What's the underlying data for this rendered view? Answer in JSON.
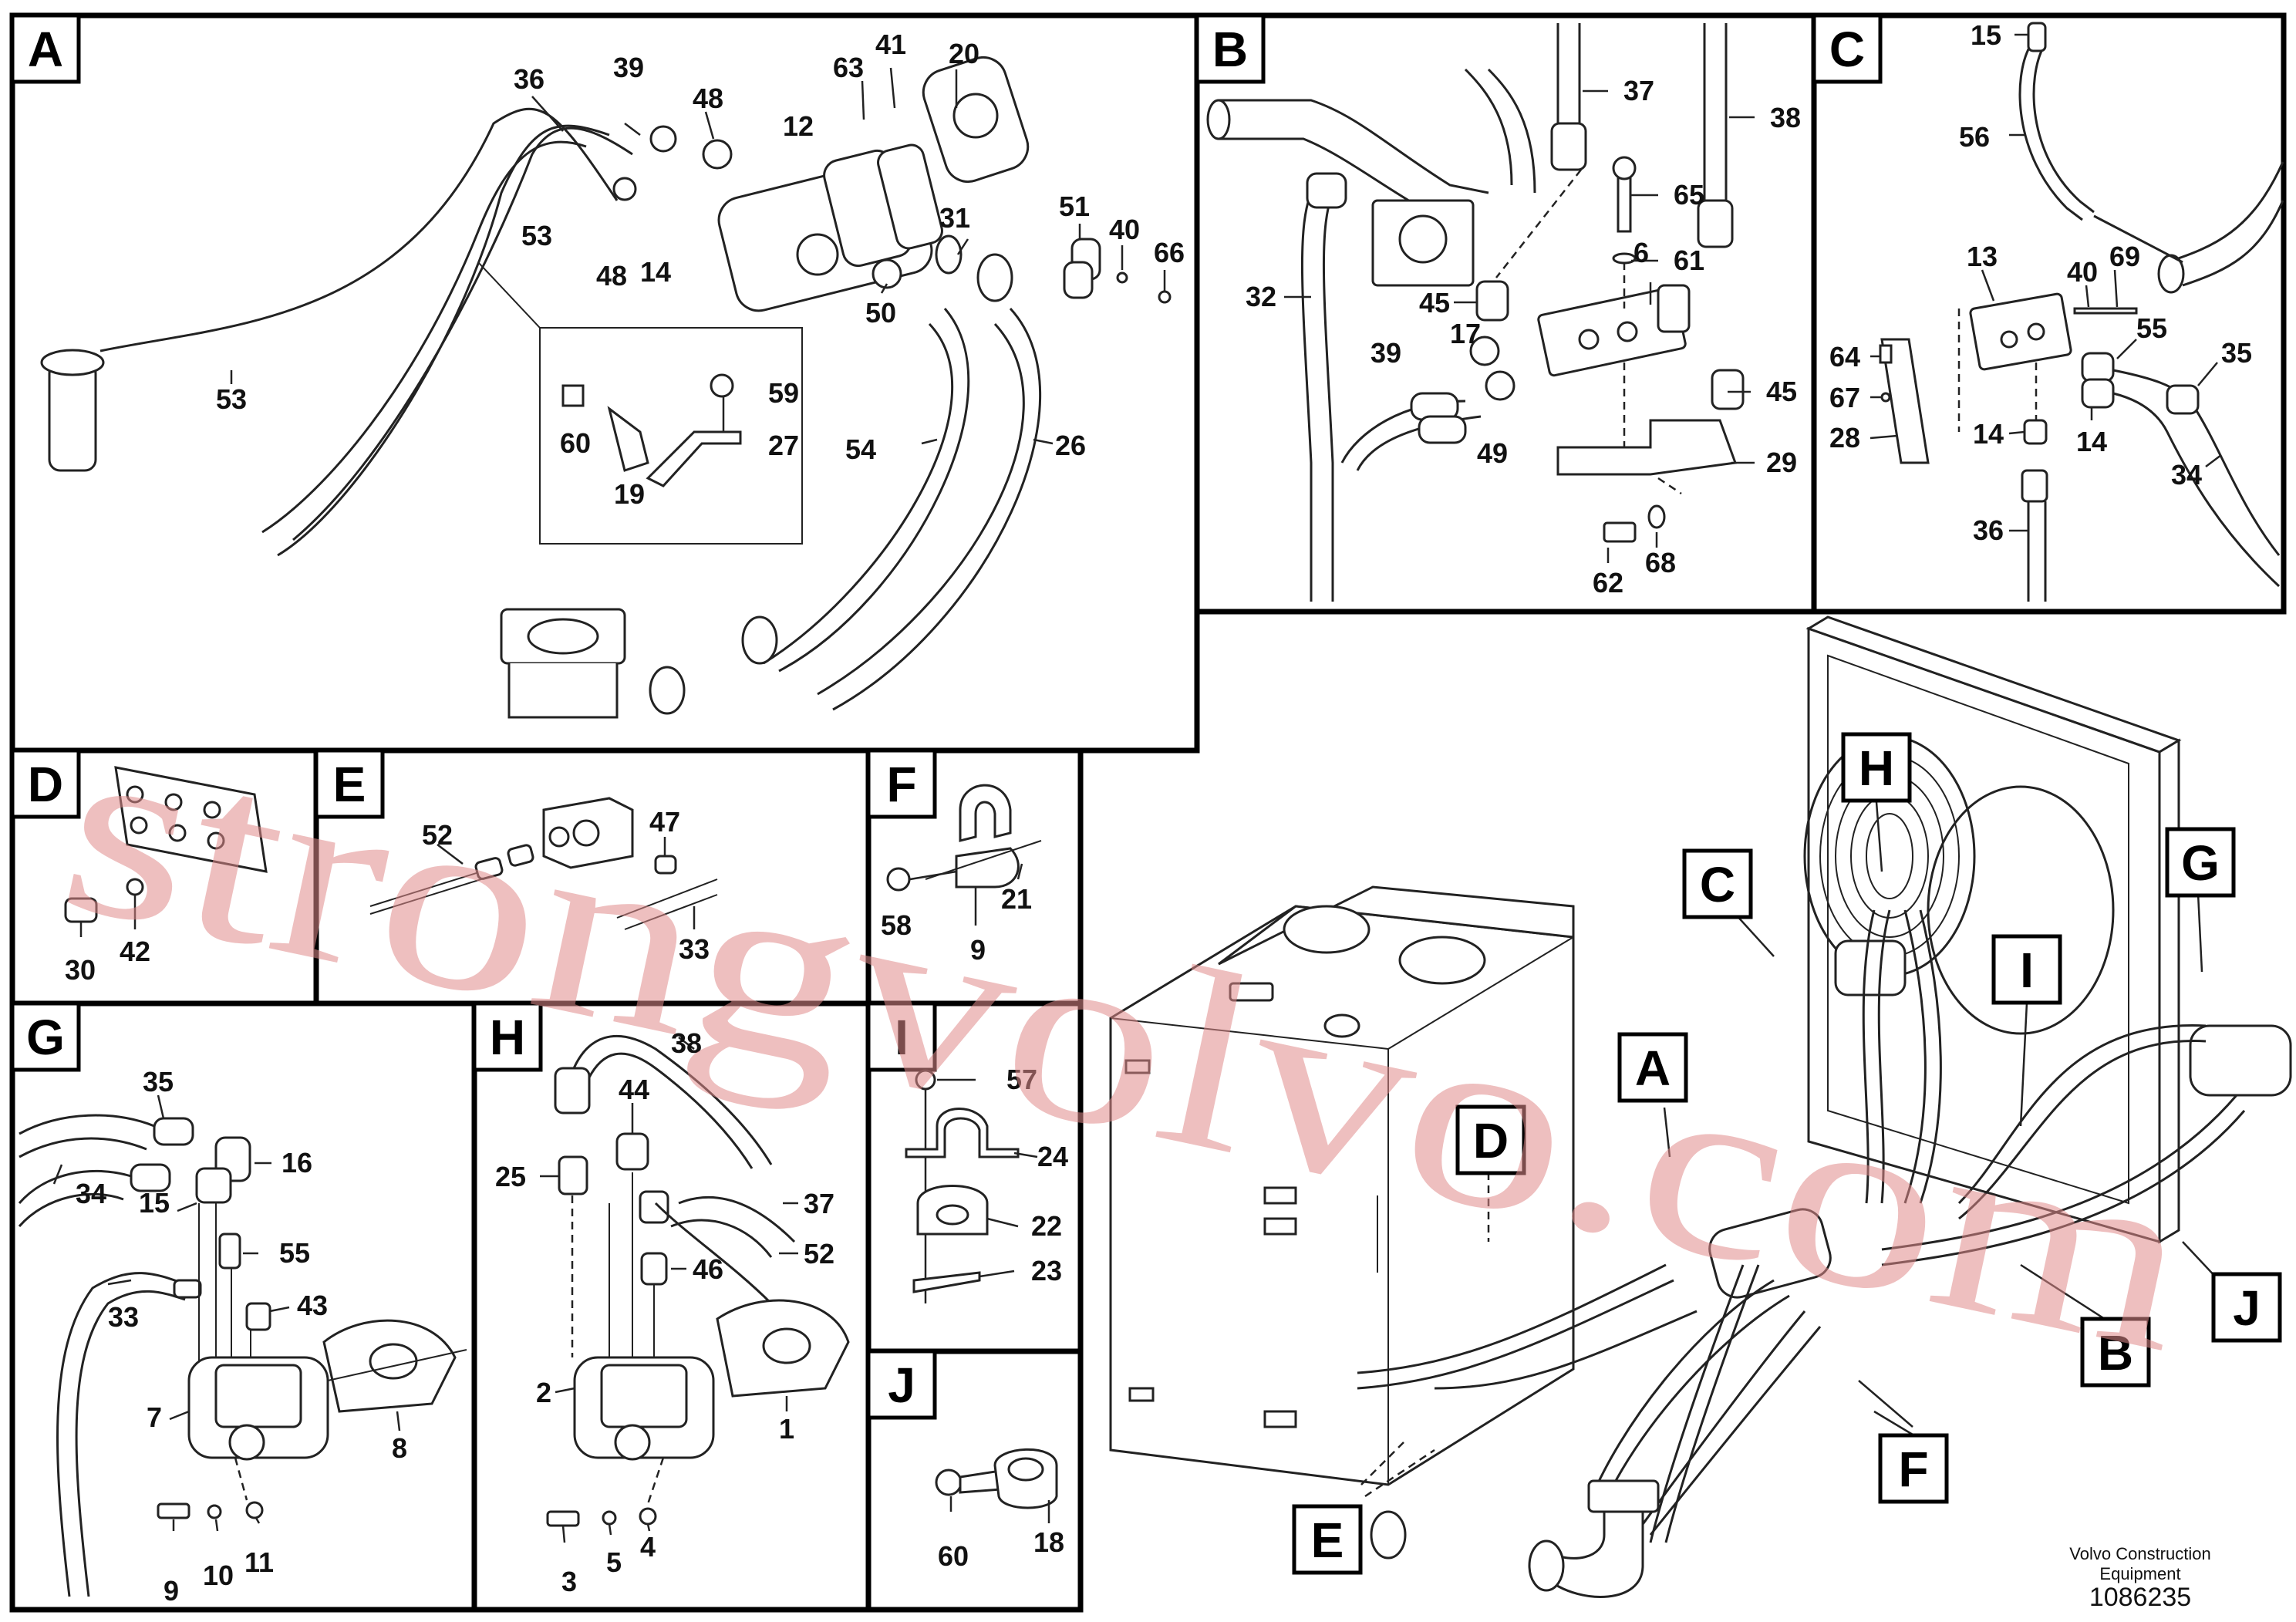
{
  "panels": {
    "A": {
      "letter": "A",
      "labels": [
        "36",
        "39",
        "48",
        "63",
        "41",
        "20",
        "12",
        "53",
        "48",
        "14",
        "31",
        "51",
        "40",
        "66",
        "53",
        "50",
        "59",
        "60",
        "27",
        "19",
        "54",
        "26"
      ]
    },
    "B": {
      "letter": "B",
      "labels": [
        "37",
        "38",
        "65",
        "61",
        "6",
        "32",
        "45",
        "17",
        "39",
        "49",
        "45",
        "29",
        "62",
        "68"
      ]
    },
    "C": {
      "letter": "C",
      "labels": [
        "15",
        "56",
        "13",
        "40",
        "69",
        "64",
        "67",
        "55",
        "35",
        "28",
        "14",
        "14",
        "34",
        "36"
      ]
    },
    "D": {
      "letter": "D",
      "labels": [
        "30",
        "42"
      ]
    },
    "E": {
      "letter": "E",
      "labels": [
        "52",
        "47",
        "33"
      ]
    },
    "F": {
      "letter": "F",
      "labels": [
        "58",
        "21",
        "9"
      ]
    },
    "G": {
      "letter": "G",
      "labels": [
        "35",
        "34",
        "15",
        "16",
        "55",
        "33",
        "43",
        "7",
        "8",
        "9",
        "10",
        "11"
      ]
    },
    "H": {
      "letter": "H",
      "labels": [
        "38",
        "44",
        "25",
        "37",
        "46",
        "52",
        "2",
        "1",
        "3",
        "5",
        "4"
      ]
    },
    "I": {
      "letter": "I",
      "labels": [
        "57",
        "24",
        "22",
        "23"
      ]
    },
    "J": {
      "letter": "J",
      "labels": [
        "60",
        "18"
      ]
    }
  },
  "overview_markers": [
    "H",
    "C",
    "G",
    "I",
    "A",
    "D",
    "B",
    "J",
    "F",
    "E"
  ],
  "watermark": "strongvolvo.com",
  "footer": {
    "brand": "Volvo Construction Equipment",
    "doc_number": "1086235"
  }
}
